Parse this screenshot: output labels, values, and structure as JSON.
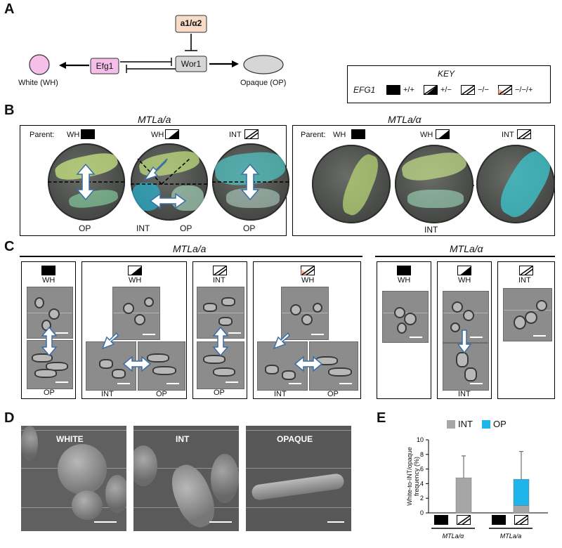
{
  "panels": {
    "a": "A",
    "b": "B",
    "c": "C",
    "d": "D",
    "e": "E"
  },
  "panelA": {
    "regulator": "a1/α2",
    "efg1": "Efg1",
    "wor1": "Wor1",
    "white_label": "White (WH)",
    "opaque_label": "Opaque (OP)",
    "key": {
      "title": "KEY",
      "gene": "EFG1",
      "genotypes": [
        "+/+",
        "+/−",
        "−/−",
        "−/−/+"
      ]
    }
  },
  "panelB": {
    "left_title": "MTLa/a",
    "right_title": "MTLa/α",
    "parent_label": "Parent:",
    "left_plates": [
      {
        "parent": "WH",
        "outcome": "OP"
      },
      {
        "parent": "WH",
        "outcome_left": "INT",
        "outcome_right": "OP"
      },
      {
        "parent": "INT",
        "outcome": "OP"
      }
    ],
    "right_plates": [
      {
        "parent": "WH",
        "outcome": ""
      },
      {
        "parent": "WH",
        "outcome": "INT"
      },
      {
        "parent": "INT",
        "outcome": ""
      }
    ]
  },
  "panelC": {
    "left_title": "MTLa/a",
    "right_title": "MTLa/α",
    "left_boxes": [
      {
        "top": "WH",
        "bottom": [
          "OP"
        ]
      },
      {
        "top": "WH",
        "bottom": [
          "INT",
          "OP"
        ]
      },
      {
        "top": "INT",
        "bottom": [
          "OP"
        ]
      },
      {
        "top": "WH",
        "bottom": [
          "INT",
          "OP"
        ]
      }
    ],
    "right_boxes": [
      {
        "top": "WH",
        "bottom": []
      },
      {
        "top": "WH",
        "bottom": [
          "INT"
        ]
      },
      {
        "top": "INT",
        "bottom": []
      }
    ]
  },
  "panelD": {
    "labels": [
      "WHITE",
      "INT",
      "OPAQUE"
    ]
  },
  "panelE": {
    "legend": [
      {
        "name": "INT",
        "color": "#a6a6a6"
      },
      {
        "name": "OP",
        "color": "#1fb4ea"
      }
    ],
    "ylabel": "White-to-INT/opaque frequency (%)",
    "yticks": [
      "0",
      "2",
      "4",
      "6",
      "8",
      "10"
    ],
    "groups": [
      "MTLa/α",
      "MTLa/a"
    ]
  },
  "chart_data": {
    "type": "bar",
    "categories": [
      "MTLa/α EFG1 +/+",
      "MTLa/α EFG1 −/−",
      "MTLa/a EFG1 +/+",
      "MTLa/a EFG1 −/−"
    ],
    "series": [
      {
        "name": "INT",
        "values": [
          0,
          4.8,
          0,
          1.0
        ],
        "error": [
          0,
          3.0,
          0,
          1.6
        ]
      },
      {
        "name": "OP",
        "values": [
          0,
          0,
          0,
          3.6
        ],
        "error": [
          0,
          0,
          0,
          3.8
        ]
      }
    ],
    "ylabel": "White-to-INT/opaque frequency (%)",
    "ylim": [
      0,
      10
    ],
    "stacked": true,
    "colors": {
      "INT": "#a6a6a6",
      "OP": "#1fb4ea",
      "salmon": "#f2b49a",
      "pink": "#f6bfe9"
    }
  }
}
